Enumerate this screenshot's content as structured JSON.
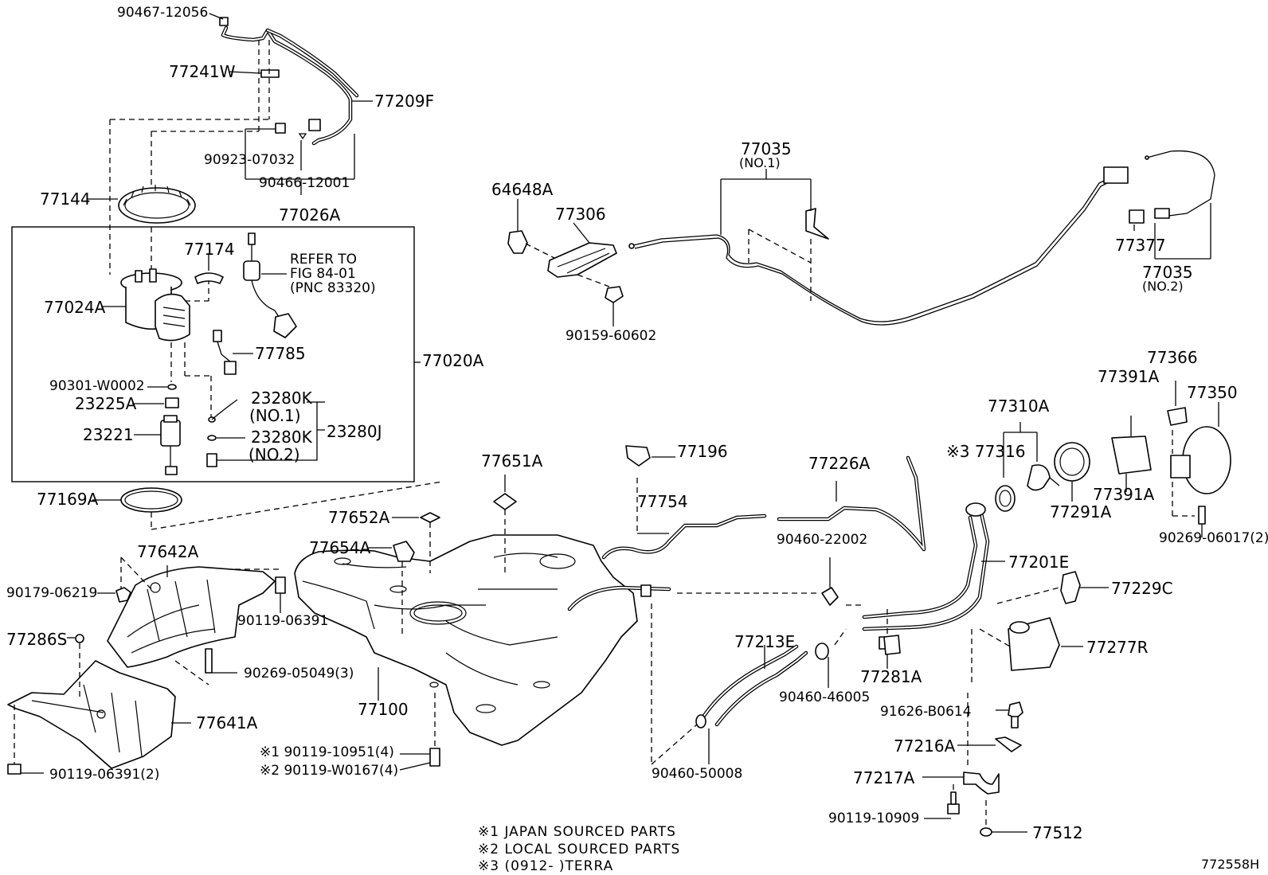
{
  "diagram_id": "772558H",
  "notes": [
    "※1  JAPAN SOURCED PARTS",
    "※2  LOCAL SOURCED PARTS",
    "※3  (0912-       )TERRA"
  ],
  "labels": {
    "p90467_12056": "90467-12056",
    "p77241W": "77241W",
    "p77209F": "77209F",
    "p90923_07032": "90923-07032",
    "p90466_12001": "90466-12001",
    "p77026A": "77026A",
    "p77144": "77144",
    "p77174": "77174",
    "refer_line1": "REFER TO",
    "refer_line2": "FIG 84-01",
    "refer_line3": "(PNC 83320)",
    "p77024A": "77024A",
    "p77785": "77785",
    "p77020A": "77020A",
    "p90301_W0002": "90301-W0002",
    "p23225A": "23225A",
    "p23280K_1": "23280K",
    "no1_a": "(NO.1)",
    "p23221": "23221",
    "p23280K_2": "23280K",
    "no2_a": "(NO.2)",
    "p23280J": "23280J",
    "p77169A": "77169A",
    "p77642A": "77642A",
    "p90179_06219": "90179-06219",
    "p90119_06391": "90119-06391",
    "p77286S": "77286S",
    "p90269_05049": "90269-05049(3)",
    "p77641A": "77641A",
    "p90119_06391_2": "90119-06391(2)",
    "p64648A": "64648A",
    "p77306": "77306",
    "p90159_60602": "90159-60602",
    "p77035_1": "77035",
    "no1_b": "(NO.1)",
    "p77377": "77377",
    "p77035_2": "77035",
    "no2_b": "(NO.2)",
    "p77651A": "77651A",
    "p77652A": "77652A",
    "p77654A": "77654A",
    "p77196": "77196",
    "p77754": "77754",
    "p77226A": "77226A",
    "p90460_22002": "90460-22002",
    "p77213E": "77213E",
    "p77100": "77100",
    "p90119_10951": "※1 90119-10951(4)",
    "p90119_W0167": "※2 90119-W0167(4)",
    "p90460_50008": "90460-50008",
    "p90460_46005": "90460-46005",
    "p77281A": "77281A",
    "p77310A": "77310A",
    "p77316": "※3 77316",
    "p77291A": "77291A",
    "p77366": "77366",
    "p77391A_1": "77391A",
    "p77391A_2": "77391A",
    "p77350": "77350",
    "p90269_06017": "90269-06017(2)",
    "p77201E": "77201E",
    "p77229C": "77229C",
    "p77277R": "77277R",
    "p91626_B0614": "91626-B0614",
    "p77216A": "77216A",
    "p77217A": "77217A",
    "p90119_10909": "90119-10909",
    "p77512": "77512"
  }
}
